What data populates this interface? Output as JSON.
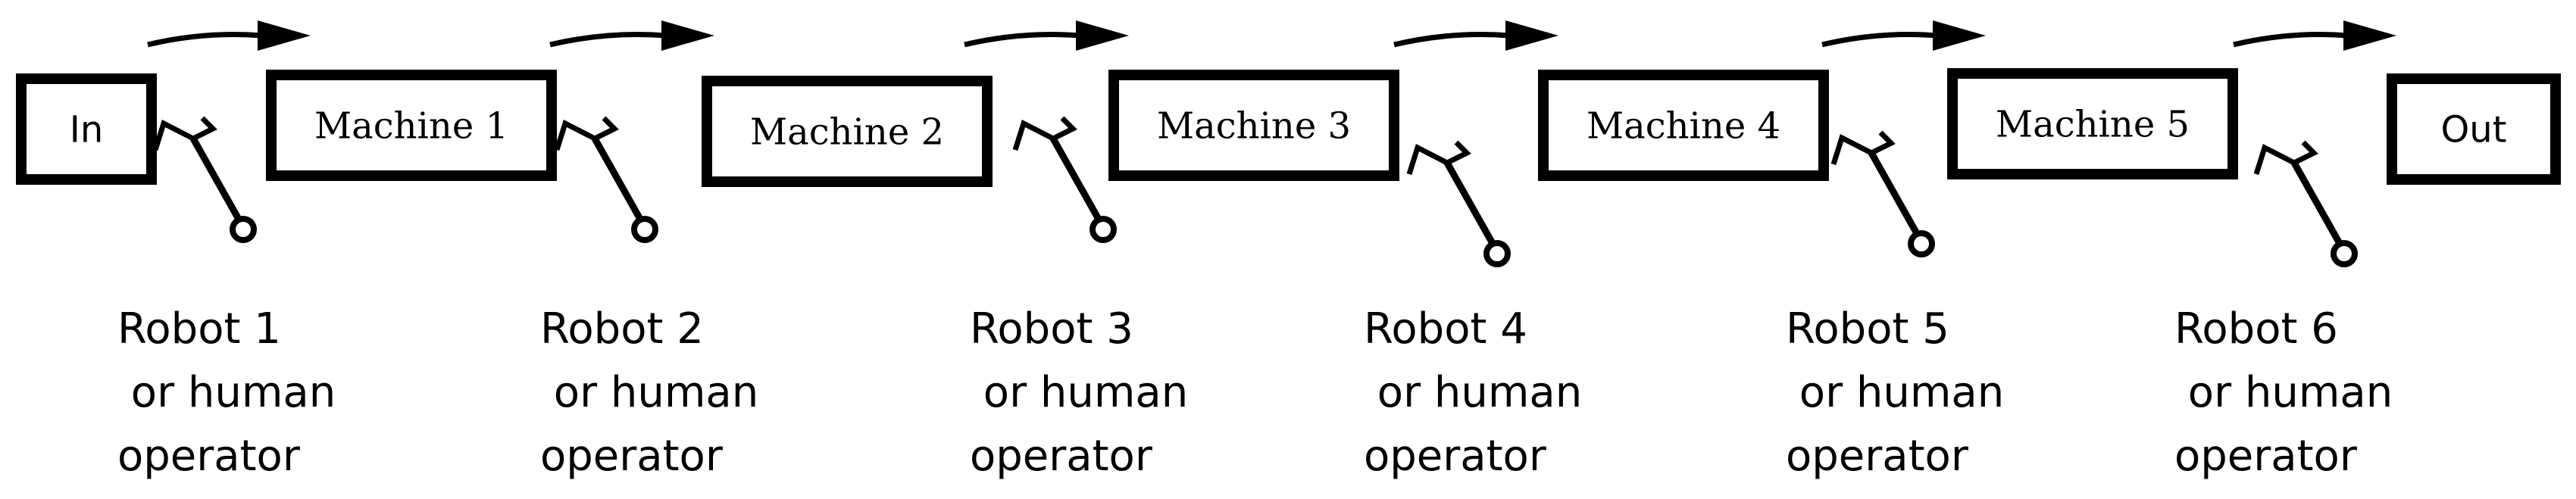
{
  "stations": [
    {
      "id": "in",
      "label": "In",
      "kind": "io"
    },
    {
      "id": "machine-1",
      "label": "Machine 1",
      "kind": "machine"
    },
    {
      "id": "machine-2",
      "label": "Machine 2",
      "kind": "machine"
    },
    {
      "id": "machine-3",
      "label": "Machine 3",
      "kind": "machine"
    },
    {
      "id": "machine-4",
      "label": "Machine 4",
      "kind": "machine"
    },
    {
      "id": "machine-5",
      "label": "Machine 5",
      "kind": "machine"
    },
    {
      "id": "out",
      "label": "Out",
      "kind": "io"
    }
  ],
  "robots": [
    {
      "line1": "Robot 1",
      "line2": " or human",
      "line3": "operator"
    },
    {
      "line1": "Robot 2",
      "line2": " or human",
      "line3": "operator"
    },
    {
      "line1": "Robot 3",
      "line2": " or human",
      "line3": "operator"
    },
    {
      "line1": "Robot 4",
      "line2": " or human",
      "line3": "operator"
    },
    {
      "line1": "Robot 5",
      "line2": " or human",
      "line3": "operator"
    },
    {
      "line1": "Robot 6",
      "line2": " or human",
      "line3": "operator"
    }
  ],
  "colors": {
    "stroke": "#000000",
    "background": "#ffffff"
  },
  "icons": {
    "robot": "robot-arm-icon",
    "flow": "flow-arrow-icon"
  }
}
